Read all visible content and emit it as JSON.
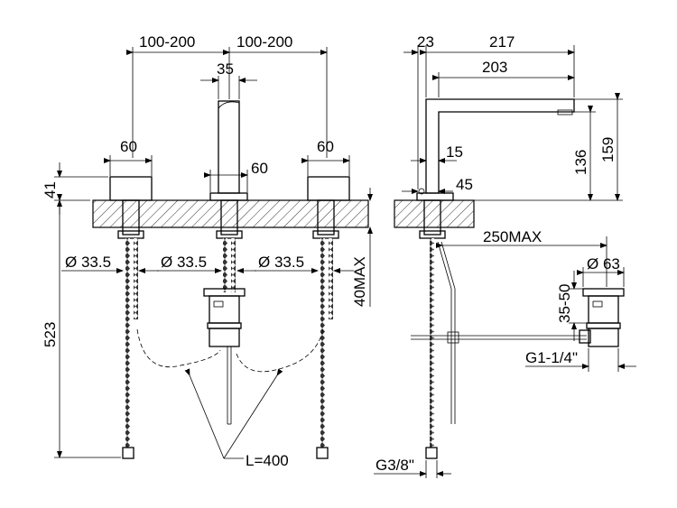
{
  "drawing": {
    "front_view": {
      "spacing_left": "100-200",
      "spacing_right": "100-200",
      "spout_width": "35",
      "handle_left_width": "60",
      "spout_base_width": "60",
      "handle_right_width": "60",
      "body_height": "41",
      "hose_length": "523",
      "diameter_left": "Ø 33.5",
      "diameter_mid": "Ø 33.5",
      "diameter_right": "Ø 33.5",
      "max_thickness": "40MAX",
      "hose_label": "L=400"
    },
    "side_view": {
      "offset": "23",
      "spout_reach_total": "217",
      "spout_reach": "203",
      "spout_outlet_height": "136",
      "spout_total_height": "159",
      "spout_wall": "15",
      "base_angle": "45",
      "max_rod": "250MAX",
      "waste_diameter": "Ø 63",
      "waste_range": "35-50",
      "waste_thread": "G1-1/4\"",
      "hose_thread": "G3/8\""
    }
  }
}
